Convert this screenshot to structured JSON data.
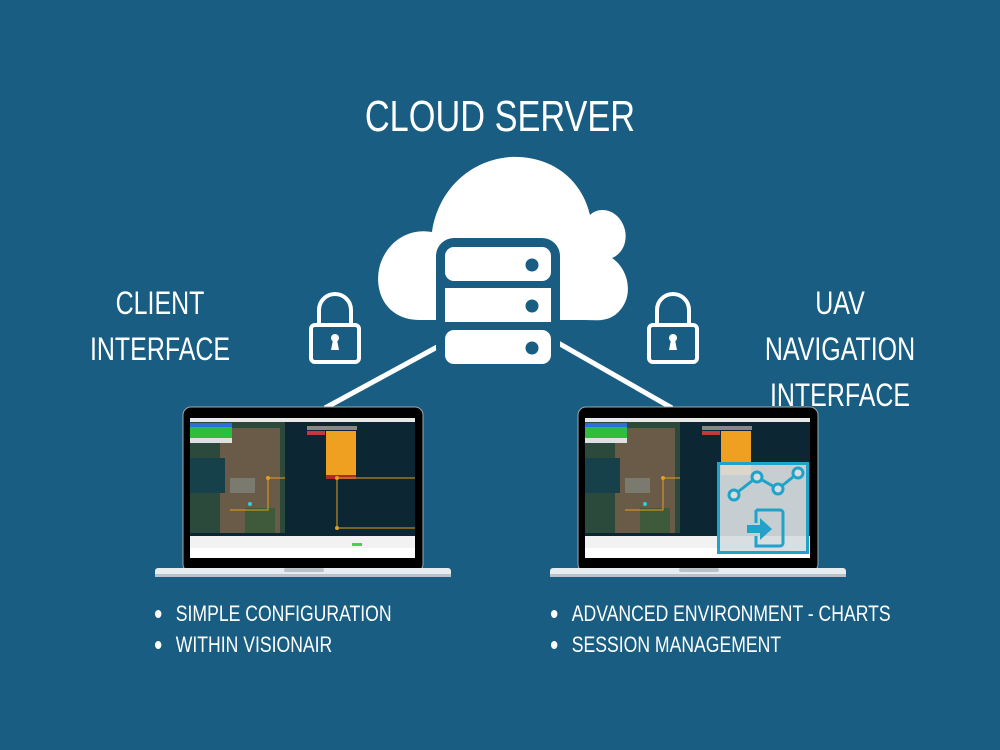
{
  "title": "CLOUD SERVER",
  "left_panel": {
    "label_lines": [
      "CLIENT",
      "INTERFACE"
    ],
    "bullets": [
      "SIMPLE CONFIGURATION",
      "WITHIN VISIONAIR"
    ]
  },
  "right_panel": {
    "label_lines": [
      "UAV NAVIGATION",
      "INTERFACE"
    ],
    "bullets": [
      "ADVANCED ENVIRONMENT - CHARTS",
      "SESSION MANAGEMENT"
    ]
  },
  "icons": {
    "center": "cloud-server-icon",
    "locks": [
      "lock-icon",
      "lock-icon"
    ],
    "overlay": [
      "line-chart-icon",
      "login-icon"
    ]
  },
  "colors": {
    "background": "#195e82",
    "foreground": "#ffffff",
    "overlay_accent": "#1fa3c9",
    "map_path": "#e0a020"
  }
}
